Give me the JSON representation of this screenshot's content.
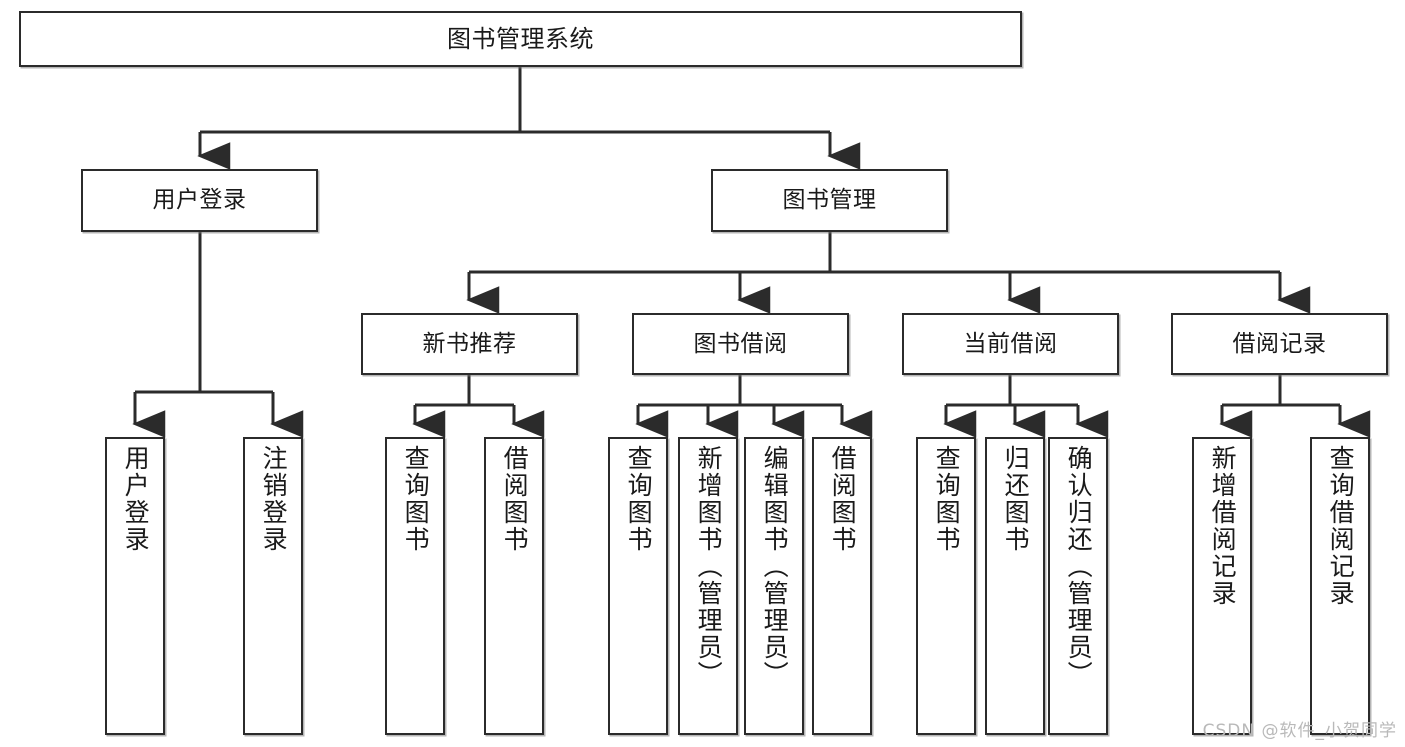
{
  "diagram": {
    "type": "tree",
    "title": "图书管理系统",
    "orientation": "top-down",
    "line_color": "#2b2b2b",
    "box_fill": "#ffffff",
    "text_color": "#1a1a1a"
  },
  "nodes": {
    "root": "图书管理系统",
    "level2": [
      "用户登录",
      "图书管理"
    ],
    "level3": [
      "新书推荐",
      "图书借阅",
      "当前借阅",
      "借阅记录"
    ],
    "leaves": {
      "user_login": [
        "用户登录",
        "注销登录"
      ],
      "new_book": [
        "查询图书",
        "借阅图书"
      ],
      "book_borrow": [
        "查询图书",
        "新增图书（管理员）",
        "编辑图书（管理员）",
        "借阅图书"
      ],
      "current_borrow": [
        "查询图书",
        "归还图书",
        "确认归还（管理员）"
      ],
      "borrow_record": [
        "新增借阅记录",
        "查询借阅记录"
      ]
    }
  },
  "watermark": {
    "text": "CSDN @软件_小贺同学"
  }
}
